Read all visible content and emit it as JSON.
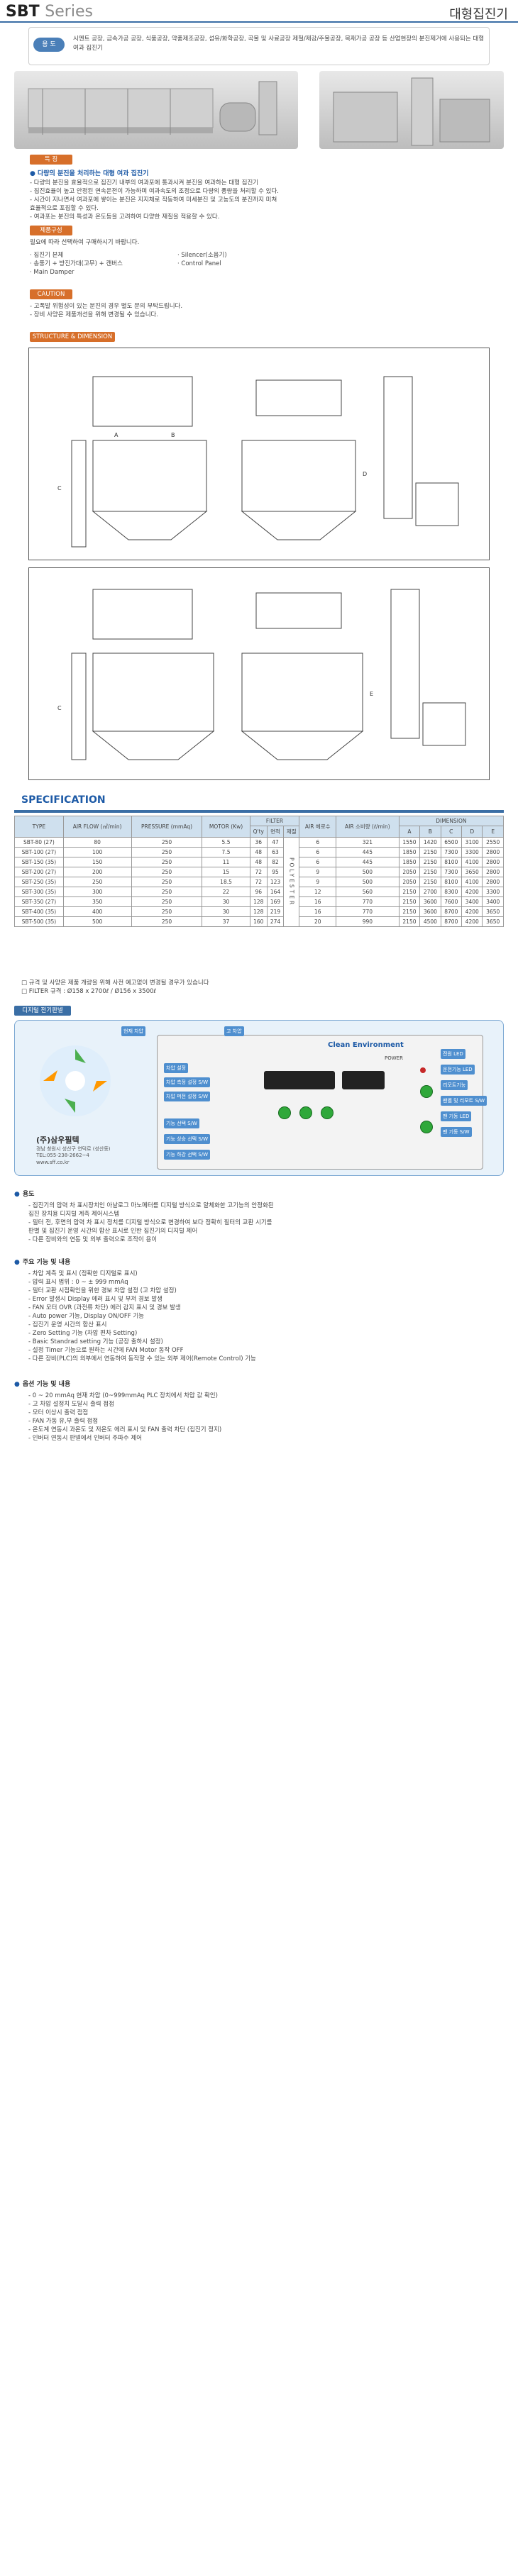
{
  "header": {
    "brand": "SBT",
    "brand_sub": "Series",
    "title": "대형집진기"
  },
  "usage": {
    "tag": "용 도",
    "text": "시멘트 공장, 금속가공 공장, 식품공장, 약품제조공장, 섬유/화학공장, 곡물 및 사료공장 제철/제강/주물공장, 목재가공 공장 등 산업현장의 분진제거에 사용되는 대형 여과 집진기"
  },
  "features": {
    "tag": "특 징",
    "head": "다량의 분진을 처리하는 대형 여과 집진기",
    "items": [
      "- 다량의 분진을 효율적으로 집진기 내부의 여과포에 통과시켜 분진을 여과하는 대형 집진기",
      "- 집진효율이 높고 안정된 연속운전이 가능하며 여과속도의 조정으로 다량의 풍량을 처리할 수 있다.",
      "- 시간이 지나면서 여과포에 쌓이는 분진은 지지체로 작동하여 미세분진 및 고농도의 분진까지 미쳐",
      "  효율적으로 포집할 수 있다.",
      "- 여과포는 분진의 특성과 온도등을 고려하여 다양한 재질을 적용할 수 있다."
    ]
  },
  "components": {
    "tag": "제품구성",
    "intro": "필요에 따라 선택하여 구매하시기 바랍니다.",
    "left": [
      "· 집진기 본체",
      "· 송풍기 + 방진가대(고무) + 캔버스",
      "· Main Damper"
    ],
    "right": [
      "· Silencer(소음기)",
      "· Control Panel"
    ]
  },
  "caution": {
    "tag": "CAUTION",
    "items": [
      "- 고폭발 위험성이 있는 분진의 경우 별도 문의 부탁드립니다.",
      "- 장비 사양은 제품개선을 위해 변경될 수 있습니다."
    ]
  },
  "structure": {
    "tag": "STRUCTURE & DIMENSION",
    "dim_labels": [
      "A",
      "B",
      "C",
      "D",
      "E"
    ]
  },
  "spec": {
    "title": "SPECIFICATION",
    "headers": {
      "type": "TYPE",
      "air_flow": "AIR FLOW (㎥/min)",
      "pressure": "PRESSURE (mmAq)",
      "motor": "MOTOR (Kw)",
      "filter": "FILTER",
      "qty": "Q'ty",
      "area": "면적",
      "material": "재질",
      "air_box": "AIR 헤로수",
      "air_con": "AIR 소비량 (ℓ/min)",
      "dimension": "DIMENSION",
      "dims": [
        "A",
        "B",
        "C",
        "D",
        "E"
      ]
    },
    "material_text": "POLYESTER",
    "rows": [
      [
        "SBT-80 (27)",
        "80",
        "250",
        "5.5",
        "36",
        "47",
        "6",
        "321",
        "1550",
        "1420",
        "6500",
        "3100",
        "2550"
      ],
      [
        "SBT-100 (27)",
        "100",
        "250",
        "7.5",
        "48",
        "63",
        "6",
        "445",
        "1850",
        "2150",
        "7300",
        "3300",
        "2800"
      ],
      [
        "SBT-150 (35)",
        "150",
        "250",
        "11",
        "48",
        "82",
        "6",
        "445",
        "1850",
        "2150",
        "8100",
        "4100",
        "2800"
      ],
      [
        "SBT-200 (27)",
        "200",
        "250",
        "15",
        "72",
        "95",
        "9",
        "500",
        "2050",
        "2150",
        "7300",
        "3650",
        "2800"
      ],
      [
        "SBT-250 (35)",
        "250",
        "250",
        "18.5",
        "72",
        "123",
        "9",
        "500",
        "2050",
        "2150",
        "8100",
        "4100",
        "2800"
      ],
      [
        "SBT-300 (35)",
        "300",
        "250",
        "22",
        "96",
        "164",
        "12",
        "560",
        "2150",
        "2700",
        "8300",
        "4200",
        "3300"
      ],
      [
        "SBT-350 (27)",
        "350",
        "250",
        "30",
        "128",
        "169",
        "16",
        "770",
        "2150",
        "3600",
        "7600",
        "3400",
        "3400"
      ],
      [
        "SBT-400 (35)",
        "400",
        "250",
        "30",
        "128",
        "219",
        "16",
        "770",
        "2150",
        "3600",
        "8700",
        "4200",
        "3650"
      ],
      [
        "SBT-500 (35)",
        "500",
        "250",
        "37",
        "160",
        "274",
        "20",
        "990",
        "2150",
        "4500",
        "8700",
        "4200",
        "3650"
      ]
    ],
    "notes": [
      "□ 규격 및 사양은 제품 개량을 위해 사전 예고없이 변경될 경우가 있습니다",
      "□ FILTER 규격 : Ø158 x 2700ℓ / Ø156 x 3500ℓ"
    ]
  },
  "panel": {
    "tag": "디지털 전기판넬",
    "brand": "Clean Environment",
    "company": "(주)삼우필텍",
    "address": "경남 창원시 성산구 연덕로 (성산동)",
    "tel": "TEL:055-238-2662~4",
    "web": "www.sff.co.kr",
    "callouts": [
      "현재 차압",
      "고 차압",
      "차압 설정",
      "차압 측정 설정 S/W",
      "차압 퍼전 설정 S/W",
      "기능 선택 S/W",
      "기능 상승 선택 S/W",
      "기능 하강 선택 S/W"
    ],
    "right_callouts": [
      "전원 LED",
      "운전기능 LED",
      "리모트기능",
      "팬벨 및 리모트 S/W",
      "팬 기동 LED",
      "팬 기동 S/W"
    ],
    "power": "POWER"
  },
  "usage2": {
    "head": "용도",
    "items": [
      "- 집진기의 압력 차 표시장치인 아날로그 마노메터를 디지털 방식으로 알체화한 고기능의 안정화된",
      "  집진 장치용 디지털 계측 제어시스템",
      "- 필터 전, 후면의 압력 차 표시 정치를 디지털 방식으로 변경하여 보다 정확히 필터의 교환 시기를",
      "  판별 및 집진기 운영 시간의 합산 표시로 인한 집진기의 디지털 제어",
      "- 다른 장비와의 연동 및 외부 출력으로 조작이 용이"
    ]
  },
  "main_functions": {
    "head": "주요 기능 및 내용",
    "items": [
      "- 차압 계측 및 표시 (정확한 디지털로 표시)",
      "- 압력 표시 범위 : 0 ~ ± 999 mmAq",
      "- 필터 교환 시점확인을 위한 경보 차압 설정 (고 차압 설정)",
      "- Error 발생시 Display 에러 표시 및 부저 경보 발생",
      "- FAN 모터 OVR (과전류 차단) 에러 감지 표시 및 경보 발생",
      "- Auto power 기능, Display ON/OFF 기능",
      "- 집진기 운영 시간의 합산 표시",
      "- Zero Setting 기능 (차압 편차 Setting)",
      "- Basic Standrad setting 기능 (공장 출하시 설정)",
      "- 설정 Timer 기능으로 원하는 시간에 FAN Motor 동작 OFF",
      "- 다른 장비(PLC)의 외부에서 연동하여 동작할 수 있는 외부 제어(Remote Control) 기능"
    ]
  },
  "options": {
    "head": "옵션 기능 및 내용",
    "items": [
      "- 0 ~ 20 mmAq 현재 차압 (0~999mmAq PLC 장치에서 차압 값 확인)",
      "- 고 차압 설정치 도달시 출력 점점",
      "- 모터 이상시 출력 점점",
      "- FAN 가동 유,무 출력 점점",
      "- 온도계 연동시 과온도 및 저온도 에러 표시 및 FAN 출력 차단 (집진기 정지)",
      "- 인버터 연동시 판넬에서 인버터 주파수 제어"
    ]
  }
}
